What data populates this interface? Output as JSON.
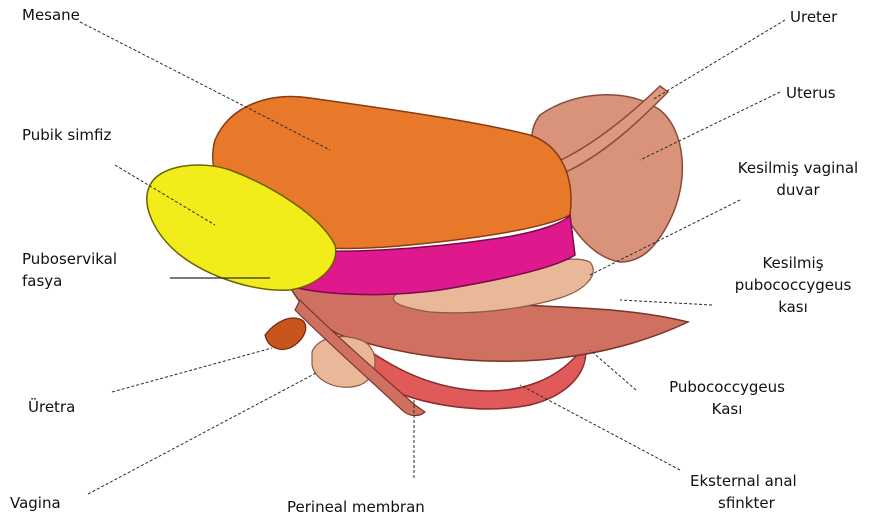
{
  "labels": {
    "mesane": "Mesane",
    "ureter": "Ureter",
    "uterus": "Uterus",
    "pubik_simfiz": "Pubik simfiz",
    "kesilmis_vaginal_duvar": [
      "Kesilmiş vaginal",
      "duvar"
    ],
    "puboservikal_fasya": [
      "Puboservikal",
      "fasya"
    ],
    "kesilmis_pubococcygeus": [
      "Kesilmiş",
      "pubococcygeus",
      "kası"
    ],
    "uretra": "Üretra",
    "pubococcygeus_kasi": [
      "Pubococcygeus",
      "Kası"
    ],
    "vagina": "Vagina",
    "perineal_membran": "Perineal membran",
    "eksternal_anal_sfinkter": [
      "Eksternal anal",
      "sfinkter"
    ]
  },
  "colors": {
    "bladder": "#e8782a",
    "pubic_symphysis": "#f2ec1a",
    "pubocervical_fascia": "#e0188e",
    "muscle": "#d07060",
    "uterus": "#d9937a",
    "anal_sphincter": "#e05a5a",
    "urethra_stub": "#c8541e",
    "vagina": "#e8b898"
  }
}
